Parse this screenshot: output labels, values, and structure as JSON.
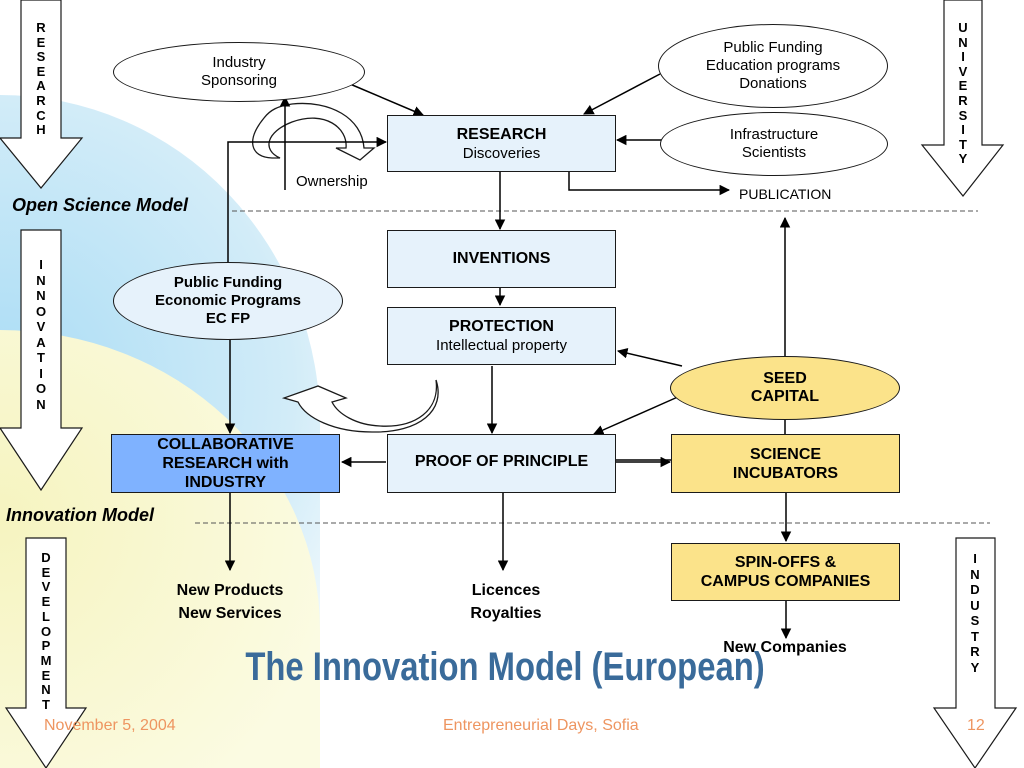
{
  "colors": {
    "blue_box": "#e6f2fb",
    "yellow_box": "#fbe38a",
    "dark_blue_box": "#7fb2ff",
    "title": "#3a6b9a",
    "footer": "#ee9560"
  },
  "side_arrows": {
    "research": "RESEARCH",
    "innovation": "INNOVATION",
    "development": "DEVELOPMENT",
    "university": "UNIVERSITY",
    "industry": "INDUSTRY"
  },
  "ovals": {
    "industry_sponsoring": [
      "Industry",
      "Sponsoring"
    ],
    "public_funding_top": [
      "Public Funding",
      "Education programs",
      "Donations"
    ],
    "infrastructure": [
      "Infrastructure",
      "Scientists"
    ],
    "public_funding_ec": [
      "Public Funding",
      "Economic Programs",
      "EC FP"
    ],
    "seed_capital": [
      "SEED",
      "CAPITAL"
    ]
  },
  "boxes": {
    "research": {
      "title": "RESEARCH",
      "subtitle": "Discoveries"
    },
    "inventions": {
      "title": "INVENTIONS"
    },
    "protection": {
      "title": "PROTECTION",
      "subtitle": "Intellectual property"
    },
    "proof": {
      "title": "PROOF OF PRINCIPLE"
    },
    "collaborative": [
      "COLLABORATIVE",
      "RESEARCH with",
      "INDUSTRY"
    ],
    "incubators": [
      "SCIENCE",
      "INCUBATORS"
    ],
    "spinoffs": [
      "SPIN-OFFS &",
      "CAMPUS COMPANIES"
    ]
  },
  "labels": {
    "ownership": "Ownership",
    "publication": "PUBLICATION",
    "open_science_model": "Open Science Model",
    "innovation_model": "Innovation Model",
    "new_products": [
      "New Products",
      "New Services"
    ],
    "licences": [
      "Licences",
      "Royalties"
    ],
    "new_companies": "New Companies"
  },
  "title": "The Innovation Model (European)",
  "footer": {
    "date": "November 5, 2004",
    "event": "Entrepreneurial Days, Sofia",
    "page": "12"
  }
}
